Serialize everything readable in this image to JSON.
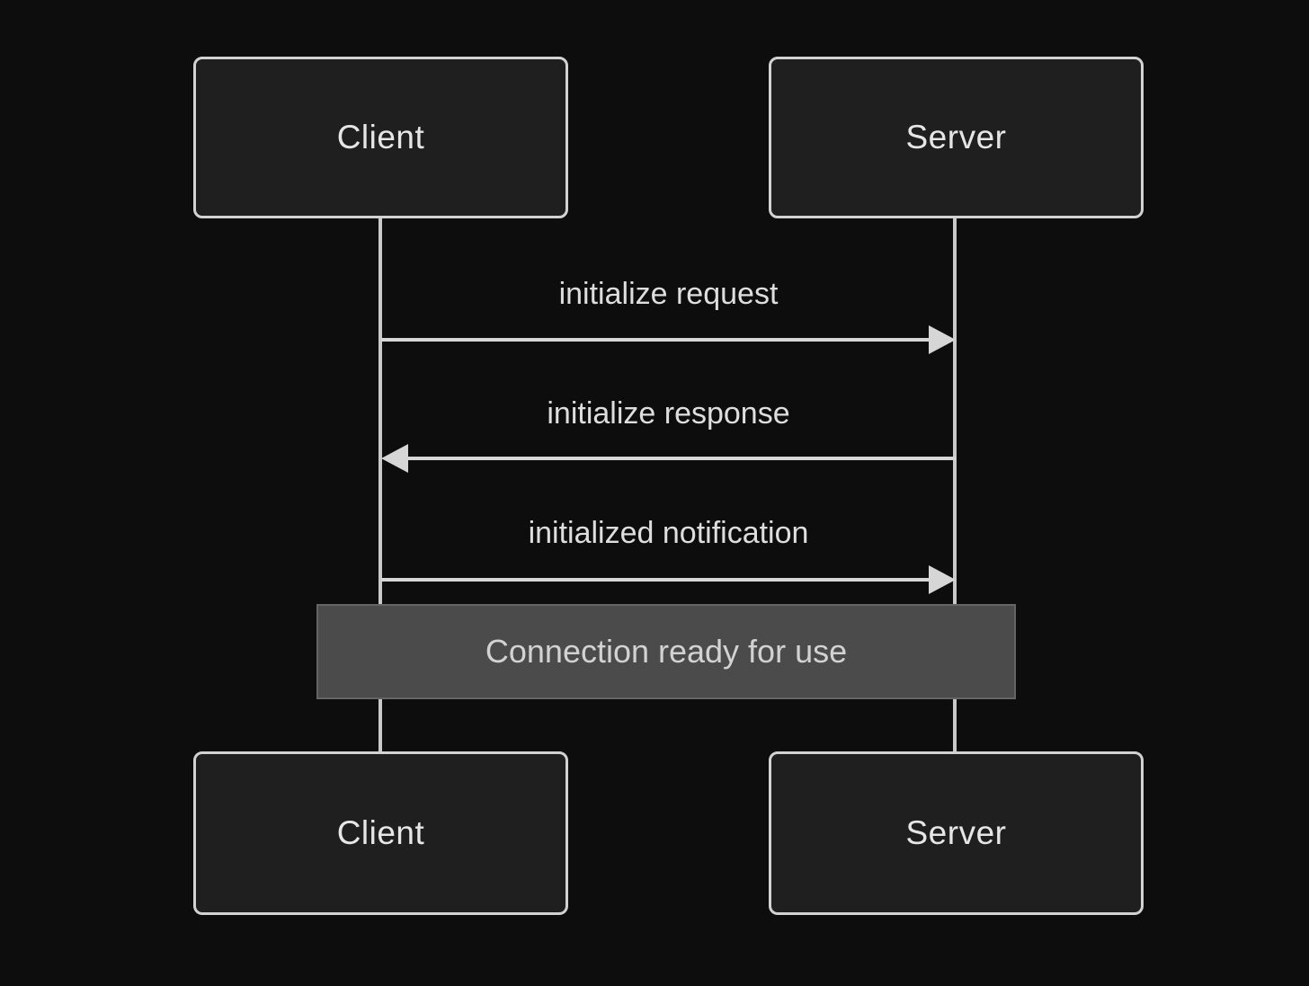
{
  "diagram": {
    "type": "sequence",
    "actors": [
      {
        "id": "client",
        "label": "Client"
      },
      {
        "id": "server",
        "label": "Server"
      }
    ],
    "messages": [
      {
        "from": "client",
        "to": "server",
        "label": "initialize request",
        "arrow": "right"
      },
      {
        "from": "server",
        "to": "client",
        "label": "initialize response",
        "arrow": "left"
      },
      {
        "from": "client",
        "to": "server",
        "label": "initialized notification",
        "arrow": "right"
      }
    ],
    "note": {
      "label": "Connection ready for use",
      "span": "client-server"
    },
    "colors": {
      "background": "#0d0d0e",
      "actor_fill": "#1f1f20",
      "actor_border": "#d2d2d2",
      "line": "#d6d6d6",
      "text": "#e6e6e6",
      "note_fill": "#4b4b4b",
      "note_border": "#646464",
      "note_text": "#d2d2d2"
    }
  }
}
